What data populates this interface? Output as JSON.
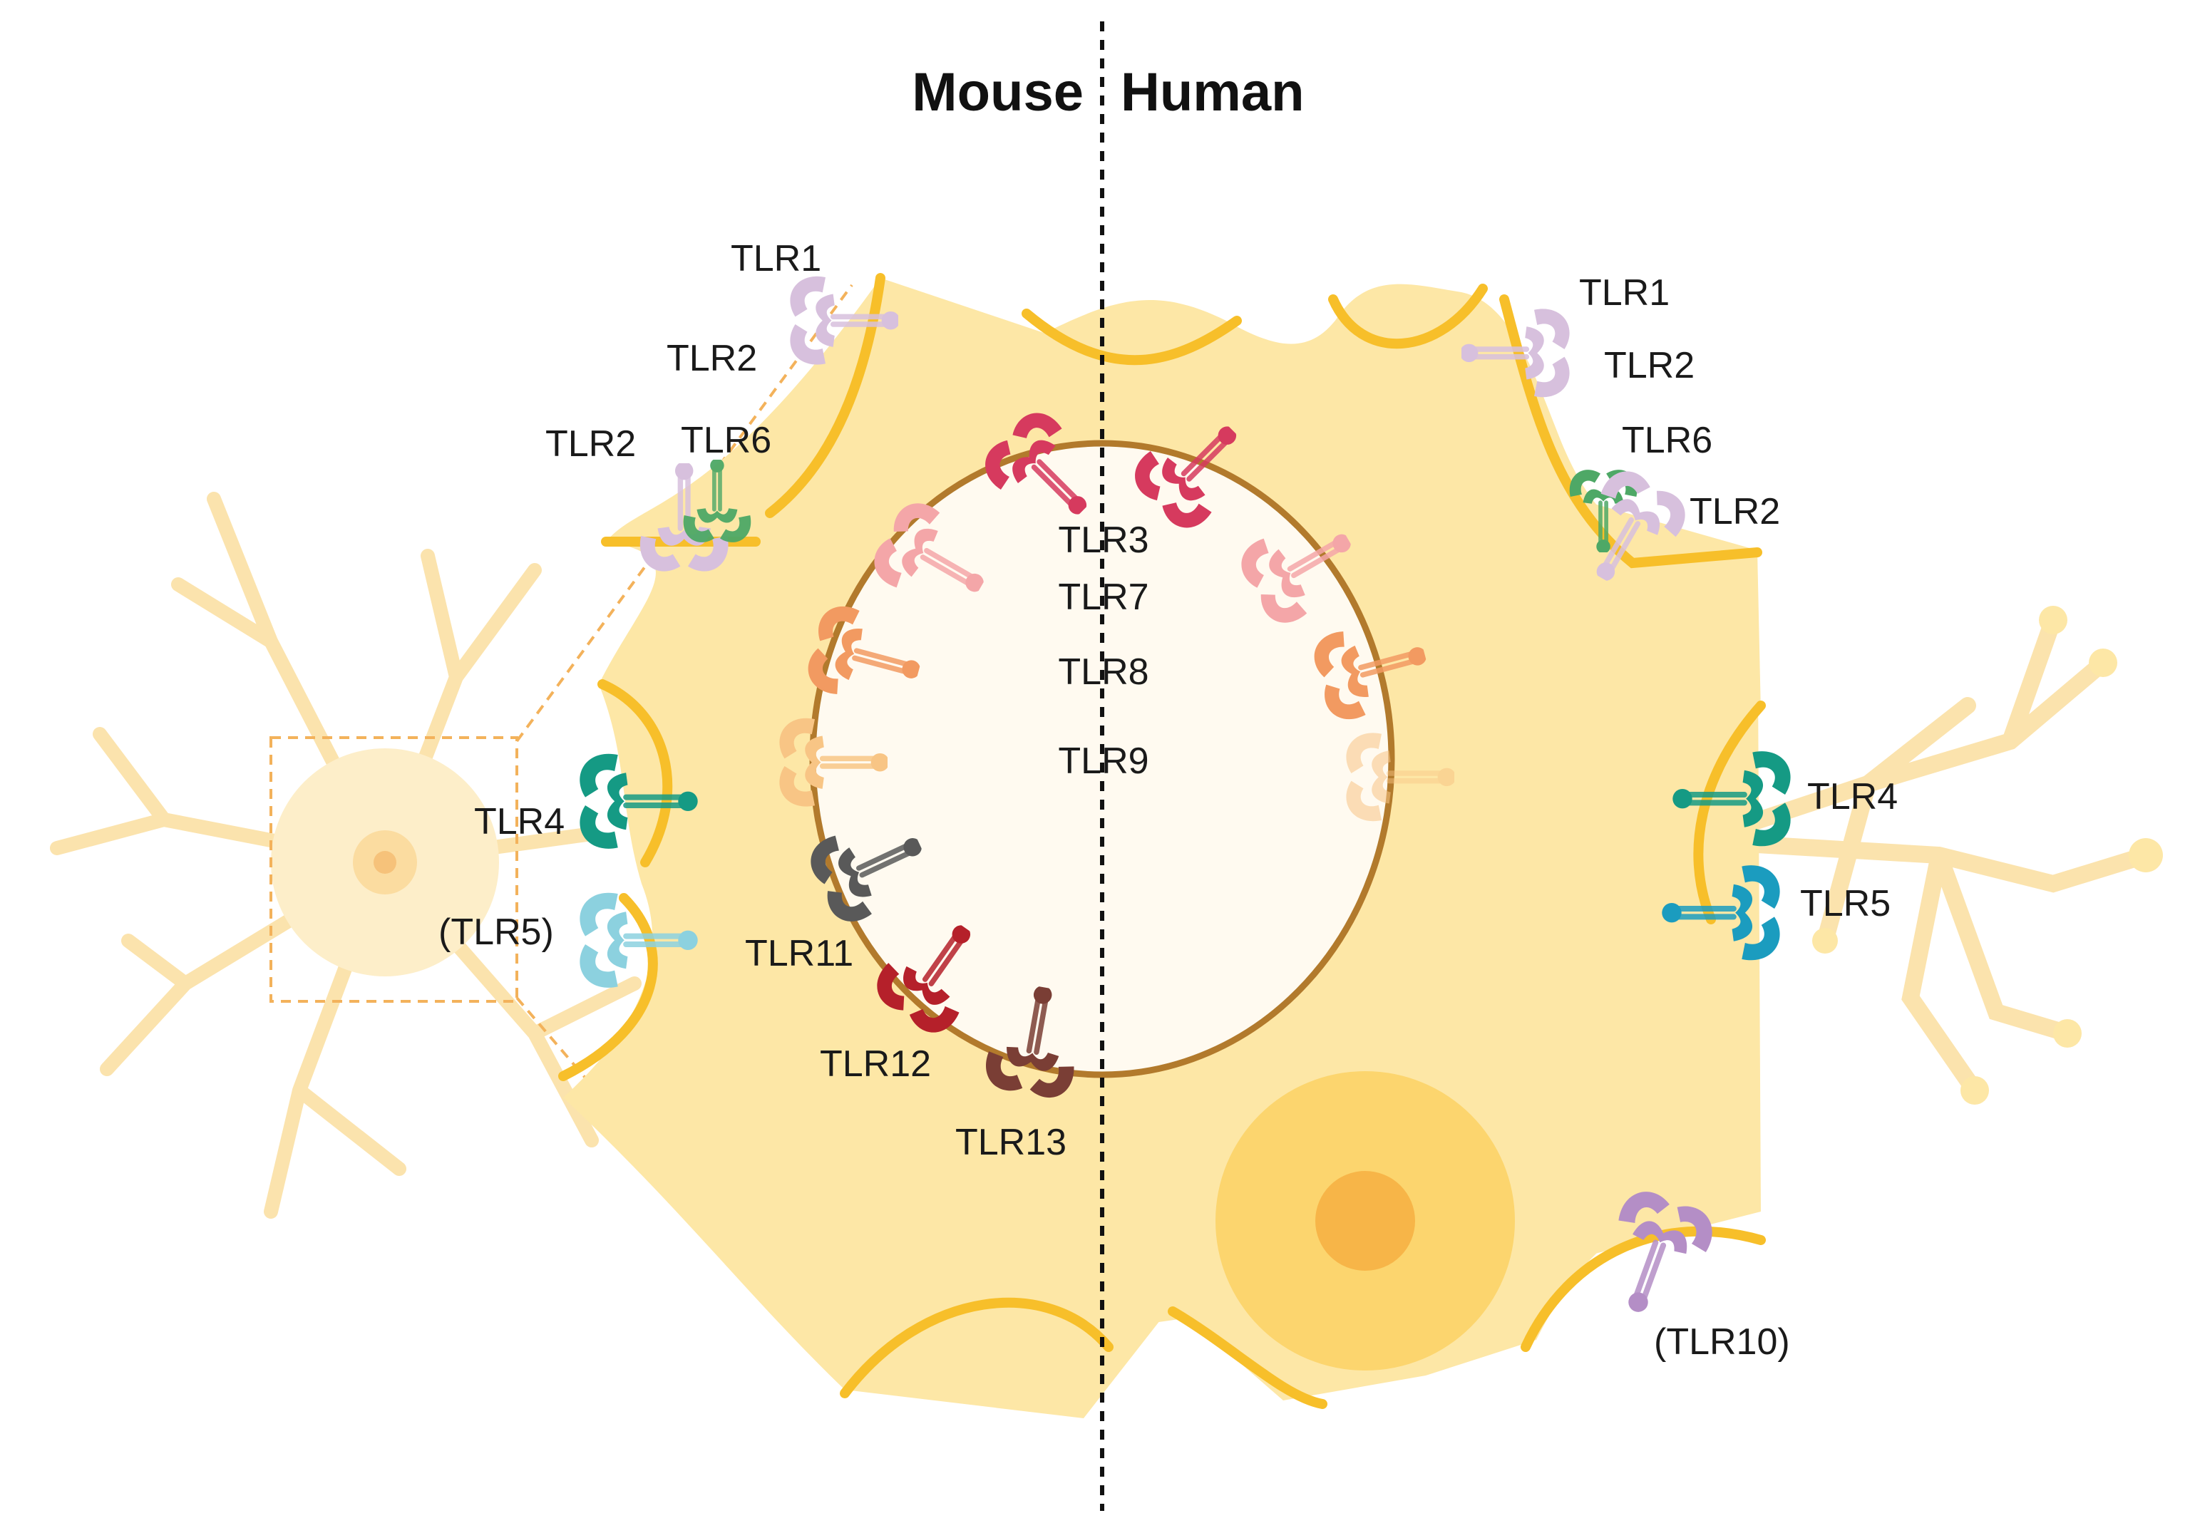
{
  "headings": {
    "left": "Mouse",
    "right": "Human"
  },
  "labels": {
    "mouse_tlr1": "TLR1",
    "mouse_tlr2_top": "TLR2",
    "mouse_tlr2_pair": "TLR2",
    "mouse_tlr6": "TLR6",
    "mouse_tlr4": "TLR4",
    "mouse_tlr5": "(TLR5)",
    "mouse_tlr11": "TLR11",
    "mouse_tlr12": "TLR12",
    "mouse_tlr13": "TLR13",
    "shared_tlr3": "TLR3",
    "shared_tlr7": "TLR7",
    "shared_tlr8": "TLR8",
    "shared_tlr9": "TLR9",
    "human_tlr1": "TLR1",
    "human_tlr2_top": "TLR2",
    "human_tlr6": "TLR6",
    "human_tlr2_pair": "TLR2",
    "human_tlr4": "TLR4",
    "human_tlr5": "TLR5",
    "human_tlr10": "(TLR10)"
  },
  "colors": {
    "cell_fill": "#fde7a6",
    "cell_membrane": "#f7bf2a",
    "nucleus_fill": "#fffaf0",
    "nucleus_border": "#b27a2c",
    "tlr1": "#d7c0dd",
    "tlr2": "#d7c0dd",
    "tlr6": "#4ea866",
    "tlr3": "#d63a5e",
    "tlr7": "#f4a6a8",
    "tlr8": "#f29a61",
    "tlr9": "#f8c585",
    "tlr11": "#595959",
    "tlr12": "#b5202a",
    "tlr13": "#7a3e35",
    "tlr4": "#159a84",
    "tlr5_mouse": "#8cd1df",
    "tlr5_human": "#1b9cbf",
    "tlr10": "#b48ec6",
    "divider": "#111111"
  }
}
